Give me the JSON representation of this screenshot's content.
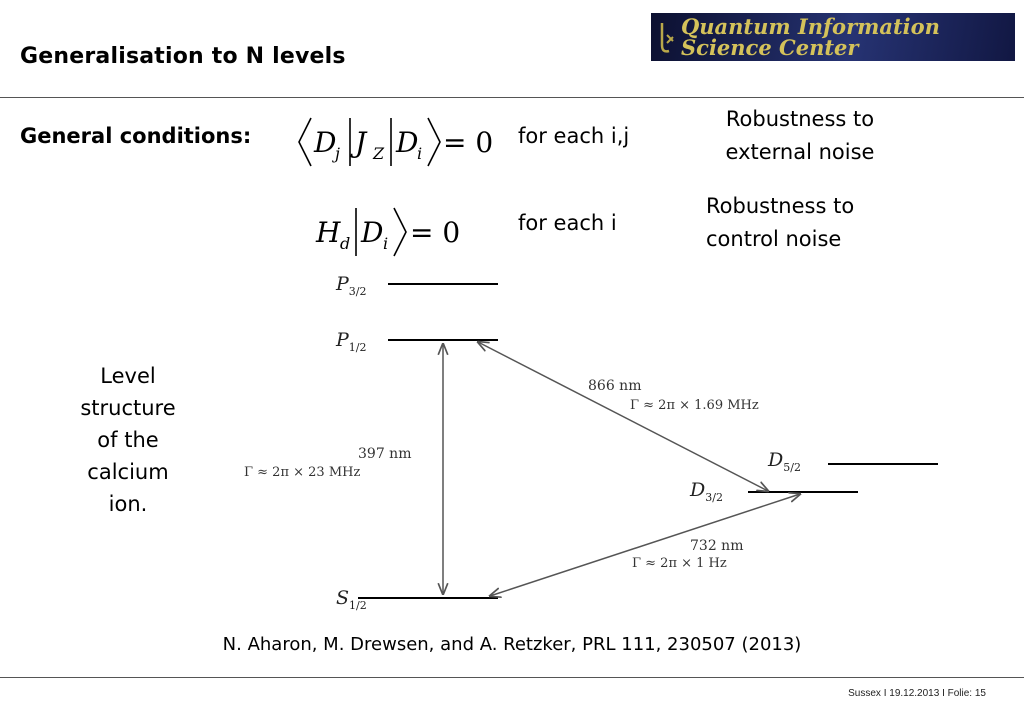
{
  "title": "Generalisation to N levels",
  "logo": {
    "line1": "Quantum  Information",
    "line2": "Science   Center"
  },
  "conditions": {
    "label": "General conditions:",
    "cond1": {
      "qualifier": "for each i,j",
      "note": "Robustness to external noise",
      "note_line1": "Robustness to",
      "note_line2": "external noise"
    },
    "cond2": {
      "qualifier": "for each i",
      "note": "Robustness to control noise",
      "note_line1": "Robustness to",
      "note_line2": "control noise"
    },
    "eq1": {
      "D": "D",
      "j": "j",
      "J": "J",
      "Z": "Z",
      "i": "i",
      "rhs": "= 0"
    },
    "eq2": {
      "H": "H",
      "d": "d",
      "D": "D",
      "i": "i",
      "rhs": "= 0"
    }
  },
  "diagram": {
    "caption": "Level structure of the calcium ion.",
    "caption_lines": [
      "Level",
      "structure",
      "of the",
      "calcium",
      "ion."
    ],
    "levels": {
      "P32": {
        "sym": "P",
        "sub": "3/2"
      },
      "P12": {
        "sym": "P",
        "sub": "1/2"
      },
      "D52": {
        "sym": "D",
        "sub": "5/2"
      },
      "D32": {
        "sym": "D",
        "sub": "3/2"
      },
      "S12": {
        "sym": "S",
        "sub": "1/2"
      }
    },
    "transitions": {
      "t397": {
        "wavelength": "397 nm",
        "width": "Γ ≈ 2π × 23 MHz"
      },
      "t866": {
        "wavelength": "866 nm",
        "width": "Γ ≈ 2π × 1.69 MHz"
      },
      "t732": {
        "wavelength": "732 nm",
        "width": "Γ ≈ 2π × 1 Hz"
      }
    }
  },
  "reference": "N. Aharon, M. Drewsen, and A. Retzker, PRL 111, 230507 (2013)",
  "footer": "Sussex I  19.12.2013 I Folie: 15"
}
